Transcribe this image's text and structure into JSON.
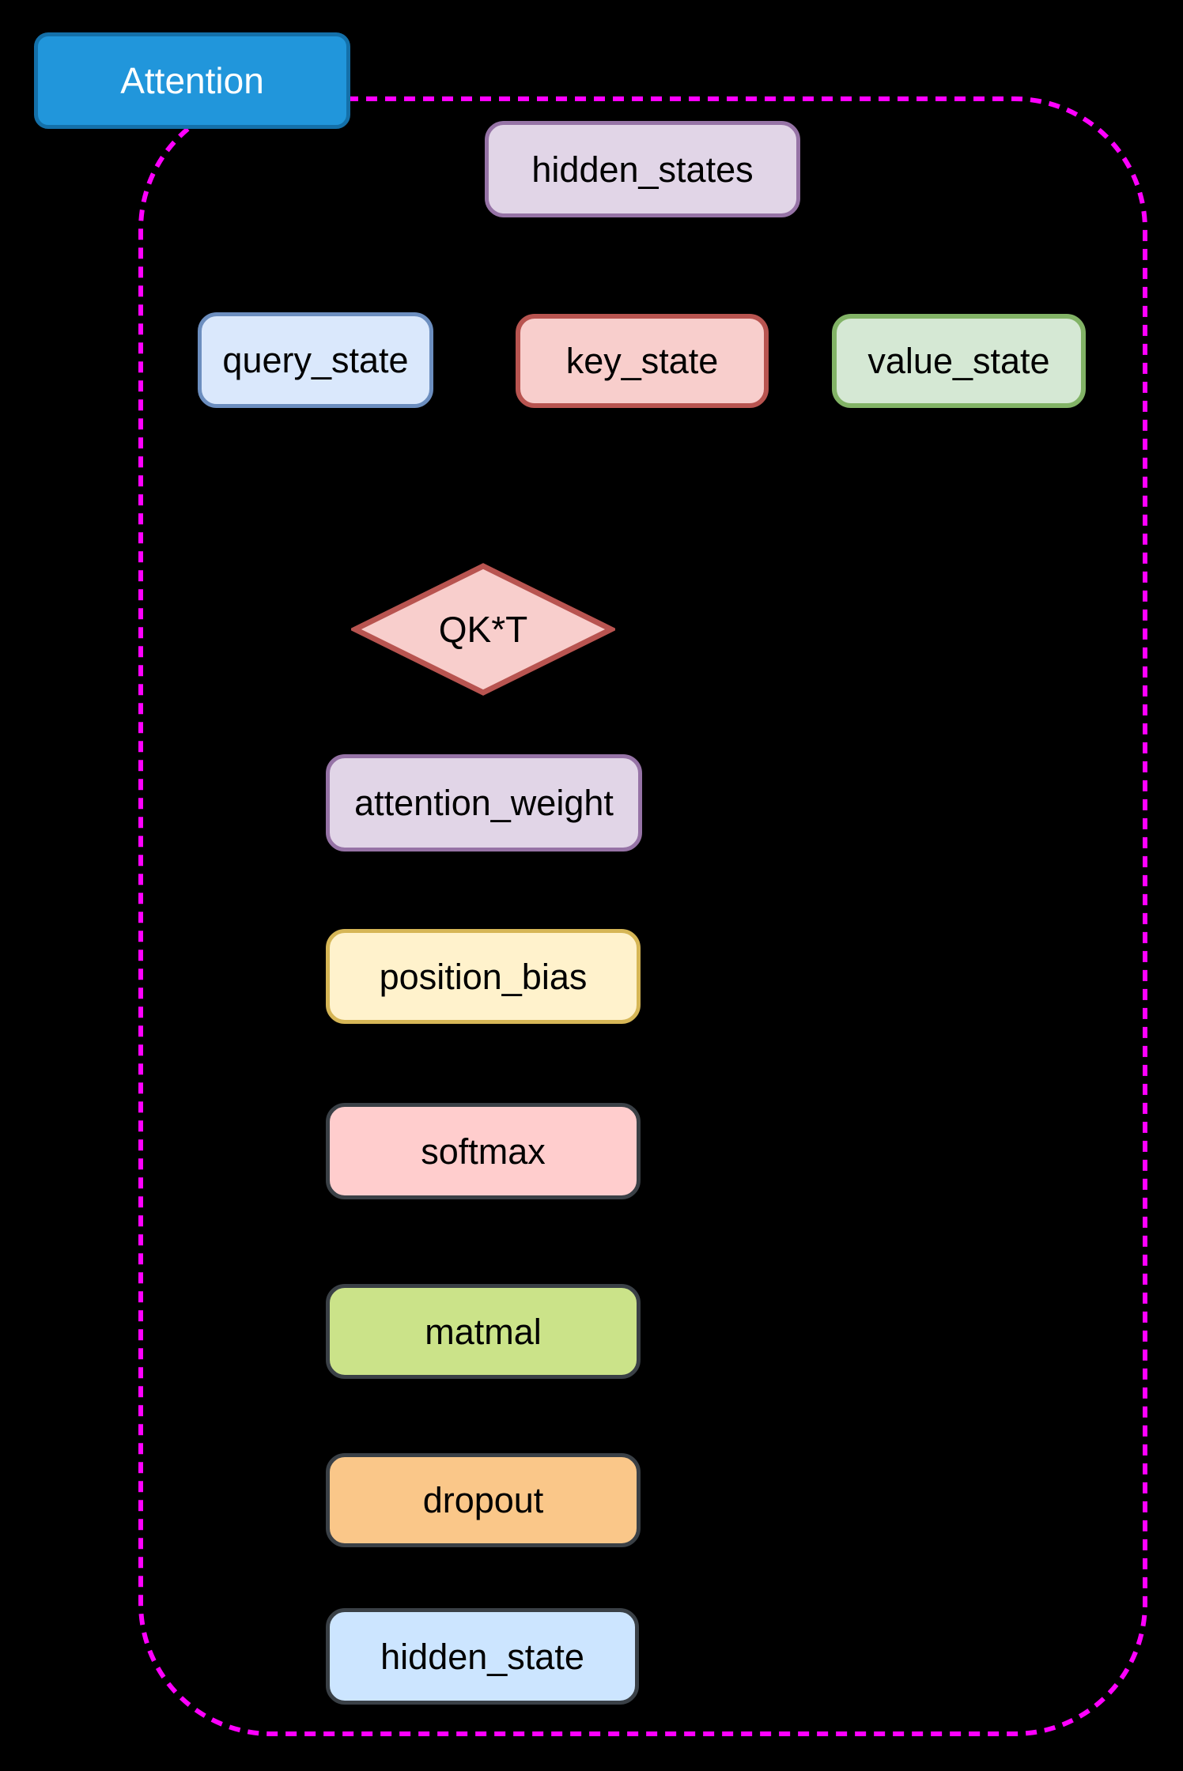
{
  "background_color": "#000000",
  "group": {
    "title": "Attention",
    "title_fill": "#2196DB",
    "title_border": "#1470A9",
    "title_text_color": "#FFFFFF",
    "container_border_color": "#FF00FF",
    "container_border_style": "dashed"
  },
  "nodes": {
    "hidden_states": {
      "label": "hidden_states",
      "shape": "rect",
      "fill": "#E1D5E7",
      "border": "#9673A6"
    },
    "query_state": {
      "label": "query_state",
      "shape": "rect",
      "fill": "#DAE8FC",
      "border": "#6C8EBF"
    },
    "key_state": {
      "label": "key_state",
      "shape": "rect",
      "fill": "#F8CECC",
      "border": "#B85450"
    },
    "value_state": {
      "label": "value_state",
      "shape": "rect",
      "fill": "#D5E8D4",
      "border": "#82B366"
    },
    "qkt": {
      "label": "QK*T",
      "shape": "diamond",
      "fill": "#F8CECC",
      "border": "#B85450"
    },
    "attention_weight": {
      "label": "attention_weight",
      "shape": "rect",
      "fill": "#E1D5E7",
      "border": "#9673A6"
    },
    "position_bias": {
      "label": "position_bias",
      "shape": "rect",
      "fill": "#FFF2CC",
      "border": "#D6B656"
    },
    "softmax": {
      "label": "softmax",
      "shape": "rect",
      "fill": "#FFCDCD",
      "border": "#3A4046"
    },
    "matmal": {
      "label": "matmal",
      "shape": "rect",
      "fill": "#CBE389",
      "border": "#3A4046"
    },
    "dropout": {
      "label": "dropout",
      "shape": "rect",
      "fill": "#FAC789",
      "border": "#3A4046"
    },
    "hidden_state": {
      "label": "hidden_state",
      "shape": "rect",
      "fill": "#CCE5FF",
      "border": "#3A4046"
    }
  }
}
